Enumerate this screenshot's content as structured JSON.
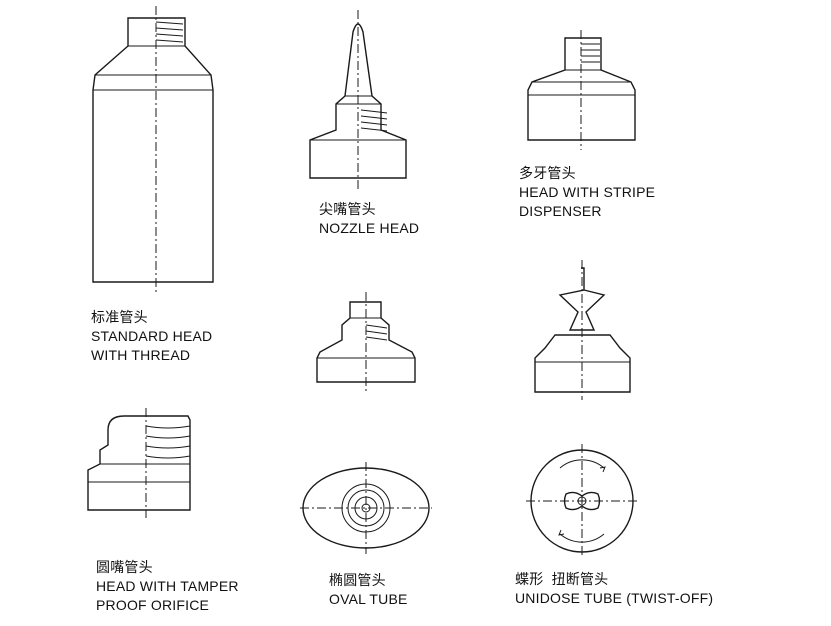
{
  "items": [
    {
      "id": "standard-head",
      "zh": "标准管头",
      "en": [
        "STANDARD HEAD",
        "WITH THREAD"
      ]
    },
    {
      "id": "nozzle-head",
      "zh": "尖嘴管头",
      "en": [
        "NOZZLE HEAD"
      ]
    },
    {
      "id": "stripe-dispenser",
      "zh": "多牙管头",
      "en": [
        "HEAD WITH STRIPE",
        "DISPENSER"
      ]
    },
    {
      "id": "tamper-orifice",
      "zh": "圆嘴管头",
      "en": [
        "HEAD WITH TAMPER",
        "PROOF ORIFICE"
      ]
    },
    {
      "id": "oval-tube",
      "zh": "椭圆管头",
      "en": [
        "OVAL TUBE"
      ]
    },
    {
      "id": "unidose-tube",
      "zh": "蝶形  扭断管头",
      "en": [
        "UNIDOSE TUBE (TWIST-OFF)"
      ]
    }
  ]
}
